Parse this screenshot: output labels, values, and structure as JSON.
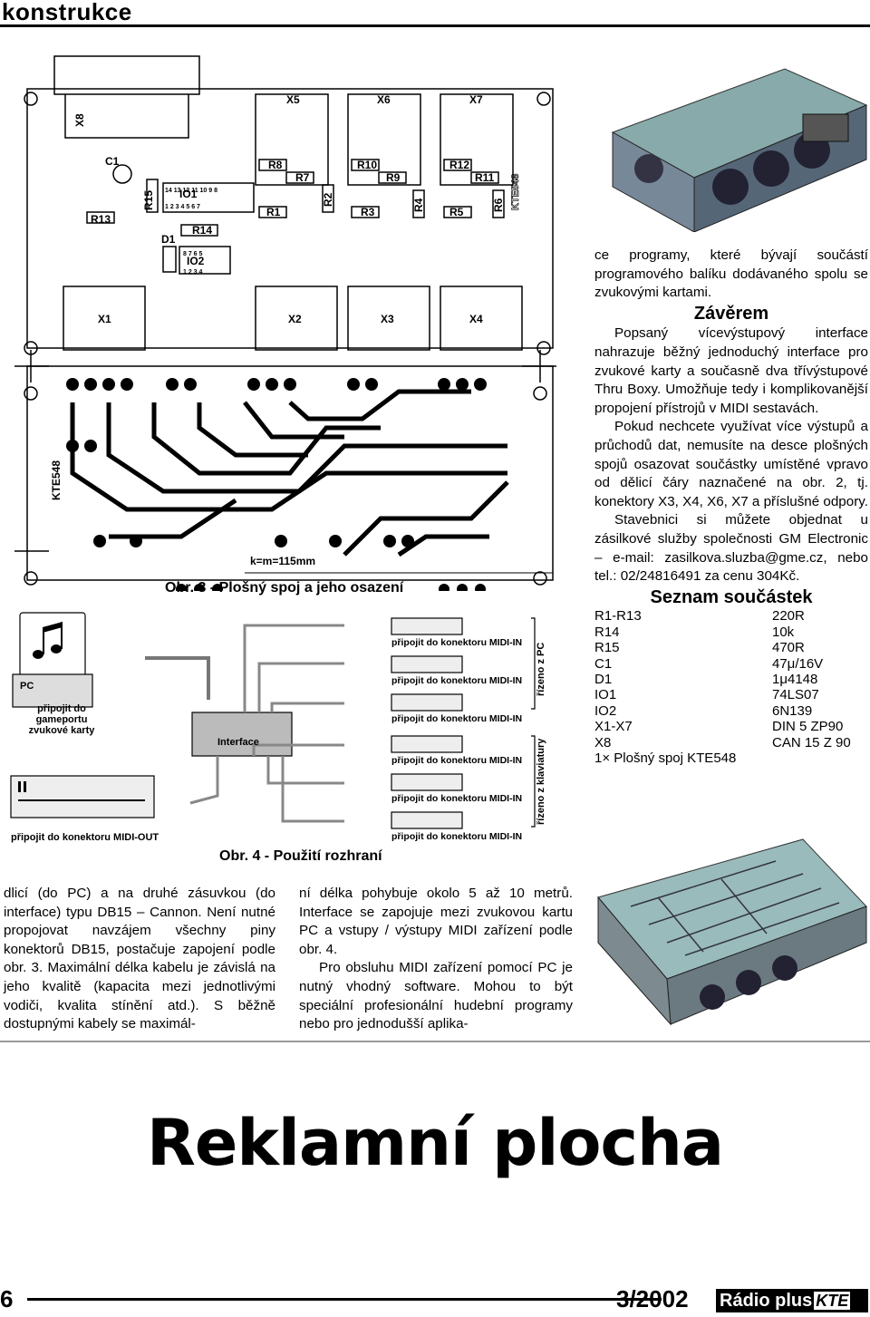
{
  "header": {
    "section": "konstrukce"
  },
  "figure3": {
    "caption": "Obr. 3 - Plošný spoj a jeho osazení",
    "board_label": "KTE548",
    "board_label_mirror": "KTE548",
    "scale": "k=m=115mm",
    "components": [
      "X5",
      "X6",
      "X7",
      "X8",
      "C1",
      "R15",
      "IO1",
      "R13",
      "R14",
      "D1",
      "IO2",
      "R8",
      "R7",
      "R10",
      "R9",
      "R12",
      "R11",
      "R1",
      "R2",
      "R3",
      "R4",
      "R5",
      "R6",
      "X1",
      "X2",
      "X3",
      "X4"
    ],
    "ic1_pins_top": "14 13 12 11 10 9 8",
    "ic1_pins_bottom": "1 2 3 4 5 6 7",
    "ic2_pins_top": "8 7 6 5",
    "ic2_pins_bottom": "1 2 3 4"
  },
  "figure4": {
    "caption": "Obr. 4 - Použití rozhraní",
    "pc_label": "PC",
    "pc_note": "připojit do gameportu zvukové karty",
    "interface_label": "Interface",
    "keyboard_note": "připojit do konektoru MIDI-OUT",
    "midi_in_label": "připojit do konektoru MIDI-IN",
    "side_label_top": "řízeno z PC",
    "side_label_bottom": "řízeno z klaviatury"
  },
  "right_column": {
    "intro": "ce programy, které bývají součástí programového balíku dodávaného spolu se zvukovými kartami.",
    "heading": "Závěrem",
    "p1": "Popsaný vícevýstupový interface nahrazuje běžný jednoduchý interface pro zvukové karty a současně dva třívýstupové Thru Boxy. Umožňuje tedy i komplikovanější propojení přístrojů v MIDI sestavách.",
    "p2": "Pokud nechcete využívat více výstupů a průchodů dat, nemusíte na desce plošných spojů osazovat součástky umístěné vpravo od dělicí čáry naznačené na obr. 2, tj. konektory X3, X4, X6, X7 a příslušné odpory.",
    "p3": "Stavebnici si můžete objednat u zásilkové služby společnosti GM Electronic – e-mail: zasilkova.sluzba@gme.cz, nebo tel.: 02/24816491 za cenu 304Kč.",
    "parts_heading": "Seznam součástek",
    "parts": [
      {
        "ref": "R1-R13",
        "value": "220R"
      },
      {
        "ref": "R14",
        "value": "10k"
      },
      {
        "ref": "R15",
        "value": "470R"
      },
      {
        "ref": "C1",
        "value": "47μ/16V"
      },
      {
        "ref": "D1",
        "value": "1μ4148"
      },
      {
        "ref": "IO1",
        "value": "74LS07"
      },
      {
        "ref": "IO2",
        "value": "6N139"
      },
      {
        "ref": "X1-X7",
        "value": "DIN 5 ZP90"
      },
      {
        "ref": "X8",
        "value": "CAN 15 Z 90"
      },
      {
        "ref": "1× Plošný spoj KTE548",
        "value": ""
      }
    ]
  },
  "bottom_text": {
    "col1": "dlicí (do PC) a na druhé zásuvkou (do interface) typu DB15 – Cannon. Není nutné propojovat navzájem všechny piny konektorů DB15, postačuje zapojení podle obr. 3. Maximální délka kabelu je závislá na jeho kvalitě (kapacita mezi jednotlivými vodiči, kvalita stínění atd.). S běžně dostupnými kabely se maximál-",
    "col2a": "ní délka pohybuje okolo 5 až 10 metrů. Interface se zapojuje mezi zvukovou kartu PC a vstupy / výstupy MIDI zařízení podle obr. 4.",
    "col2b": "Pro obsluhu MIDI zařízení pomocí PC je nutný vhodný software. Mohou to být speciální profesionální hudební programy nebo pro jednodušší aplika-"
  },
  "ad": {
    "text": "Reklamní plocha"
  },
  "footer": {
    "page_number": "6",
    "issue": "3/2002",
    "magazine": "Rádio plus",
    "brand": "KTE"
  }
}
